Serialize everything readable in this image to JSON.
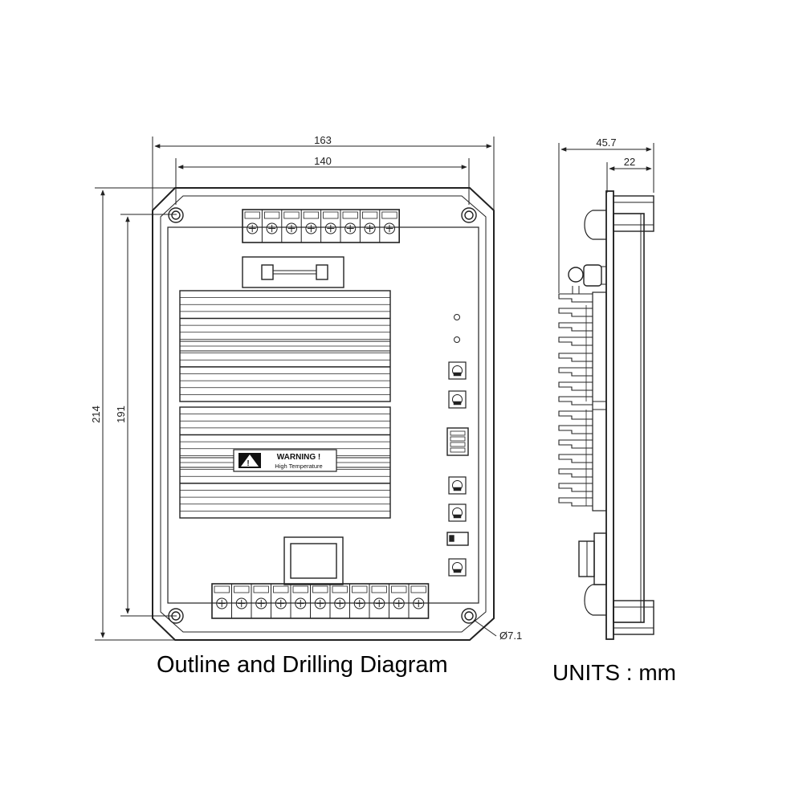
{
  "title": "Outline and Drilling Diagram",
  "units_label": "UNITS : mm",
  "front_view": {
    "overall_width": "163",
    "hole_spacing_width": "140",
    "overall_height": "214",
    "hole_spacing_height": "191",
    "hole_diameter": "Ø7.1",
    "warning_label": {
      "heading": "WARNING !",
      "subtext": "High Temperature"
    },
    "top_terminal_count": 8,
    "bottom_terminal_count": 11
  },
  "side_view": {
    "overall_depth": "45.7",
    "partial_depth": "22"
  },
  "colors": {
    "line": "#222222",
    "background": "#ffffff"
  }
}
